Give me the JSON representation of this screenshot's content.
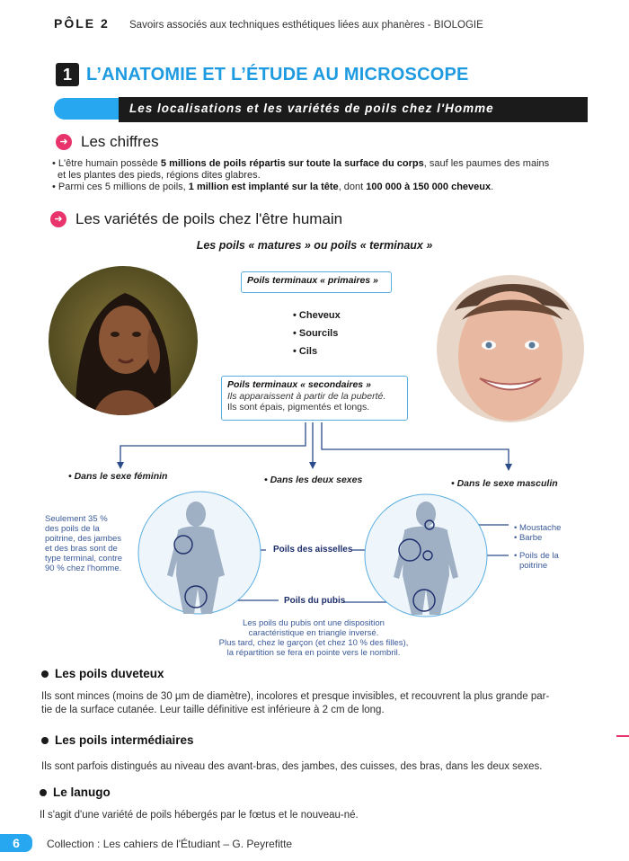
{
  "header": {
    "pole": "PÔLE 2",
    "subtitle": "Savoirs associés aux techniques esthétiques liées aux phanères - BIOLOGIE"
  },
  "chapter": {
    "number": "1",
    "title": "L’ANATOMIE ET L’ÉTUDE AU MICROSCOPE"
  },
  "section": {
    "banner": "Les localisations et les variétés de poils chez l'Homme"
  },
  "chiffres": {
    "heading": "Les chiffres",
    "line1_a": "• L'être humain possède ",
    "line1_b": "5 millions de poils répartis sur toute la surface du corps",
    "line1_c": ", sauf les paumes des mains",
    "line1_d": "et les plantes des pieds, régions dites glabres.",
    "line2_a": "• Parmi ces 5 millions de poils, ",
    "line2_b": "1 million est implanté sur la tête",
    "line2_c": ", dont ",
    "line2_d": "100 000 à 150 000 cheveux",
    "line2_e": "."
  },
  "varietes": {
    "heading": "Les variétés de poils chez l'être humain",
    "terminal_title": "Les poils « matures » ou poils « terminaux »",
    "primaires": "Poils terminaux « primaires »",
    "primaires_list": [
      "• Cheveux",
      "• Sourcils",
      "• Cils"
    ],
    "secondaires_title": "Poils terminaux « secondaires »",
    "secondaires_desc1": "Ils apparaissent à partir de la puberté.",
    "secondaires_desc2": "Ils sont épais, pigmentés et longs.",
    "feminin": "• Dans le sexe féminin",
    "deux_sexes": "• Dans les deux sexes",
    "masculin": "• Dans le sexe masculin",
    "note_feminin": [
      "Seulement 35 %",
      "des poils de la",
      "poitrine, des jambes",
      "et des bras sont de",
      "type terminal, contre",
      "90 % chez l'homme."
    ],
    "aisselles": "Poils des aisselles",
    "pubis": "Poils du pubis",
    "note_pubis": [
      "Les poils du pubis ont une disposition",
      "caractéristique en triangle inversé.",
      "Plus tard, chez le garçon (et chez 10 % des filles),",
      "la répartition se fera en pointe vers le nombril."
    ],
    "masc_labels": [
      "• Moustache",
      "• Barbe",
      "• Poils de la",
      "poitrine"
    ]
  },
  "duveteux": {
    "heading": "Les poils duveteux",
    "text1": "Ils sont minces (moins de 30 µm de diamètre), incolores et presque invisibles, et recouvrent la plus grande par-",
    "text2": "tie de la surface cutanée. Leur taille définitive est inférieure à 2 cm de long."
  },
  "intermediaires": {
    "heading": "Les poils intermédiaires",
    "text": "Ils sont parfois distingués au niveau des avant-bras, des jambes, des cuisses, des bras, dans les deux sexes."
  },
  "lanugo": {
    "heading": "Le lanugo",
    "text": "Il s'agit d'une variété de poils hébergés par le fœtus et le nouveau-né."
  },
  "footer": {
    "page": "6",
    "collection": "Collection : Les cahiers de l'Étudiant – G. Peyrefitte"
  },
  "colors": {
    "accent_blue": "#27a7ef",
    "title_blue": "#1e9be0",
    "pink": "#e8336c",
    "navy": "#1d2e6b"
  }
}
